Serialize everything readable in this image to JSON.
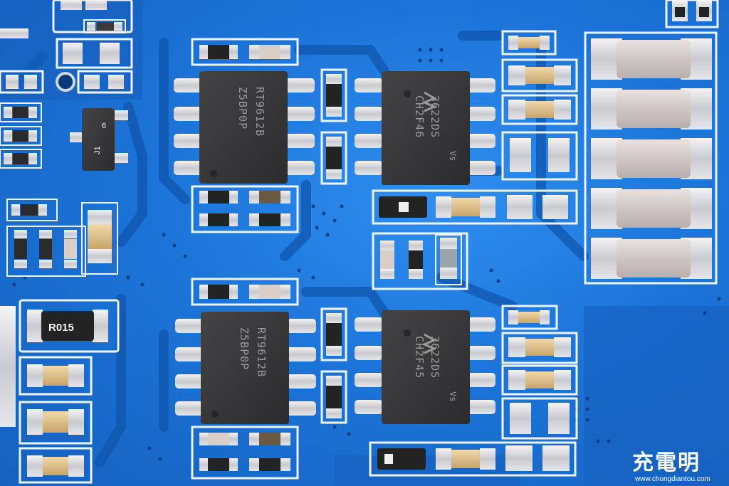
{
  "chips": {
    "driver_top": {
      "line1": "RT9612B",
      "line2": "Z5BP0P"
    },
    "driver_bottom": {
      "line1": "RT9612B",
      "line2": "Z5BP0P"
    },
    "mosfet_top": {
      "brand": "Vs",
      "line1": "3622DS",
      "line2": "CH2F46"
    },
    "mosfet_bottom": {
      "brand": "Vs",
      "line1": "3622DS",
      "line2": "CH2F45"
    }
  },
  "labels": {
    "j1": "J1",
    "j1_pin": "6",
    "resistor": "R015"
  },
  "watermark": {
    "title": "充電明",
    "url": "www.chongdiantou.com"
  },
  "colors": {
    "board": "#1c74d8",
    "silkscreen": "#eef4ff",
    "chip_body": "#3a3a3a",
    "solder": "#d8d8dc"
  }
}
